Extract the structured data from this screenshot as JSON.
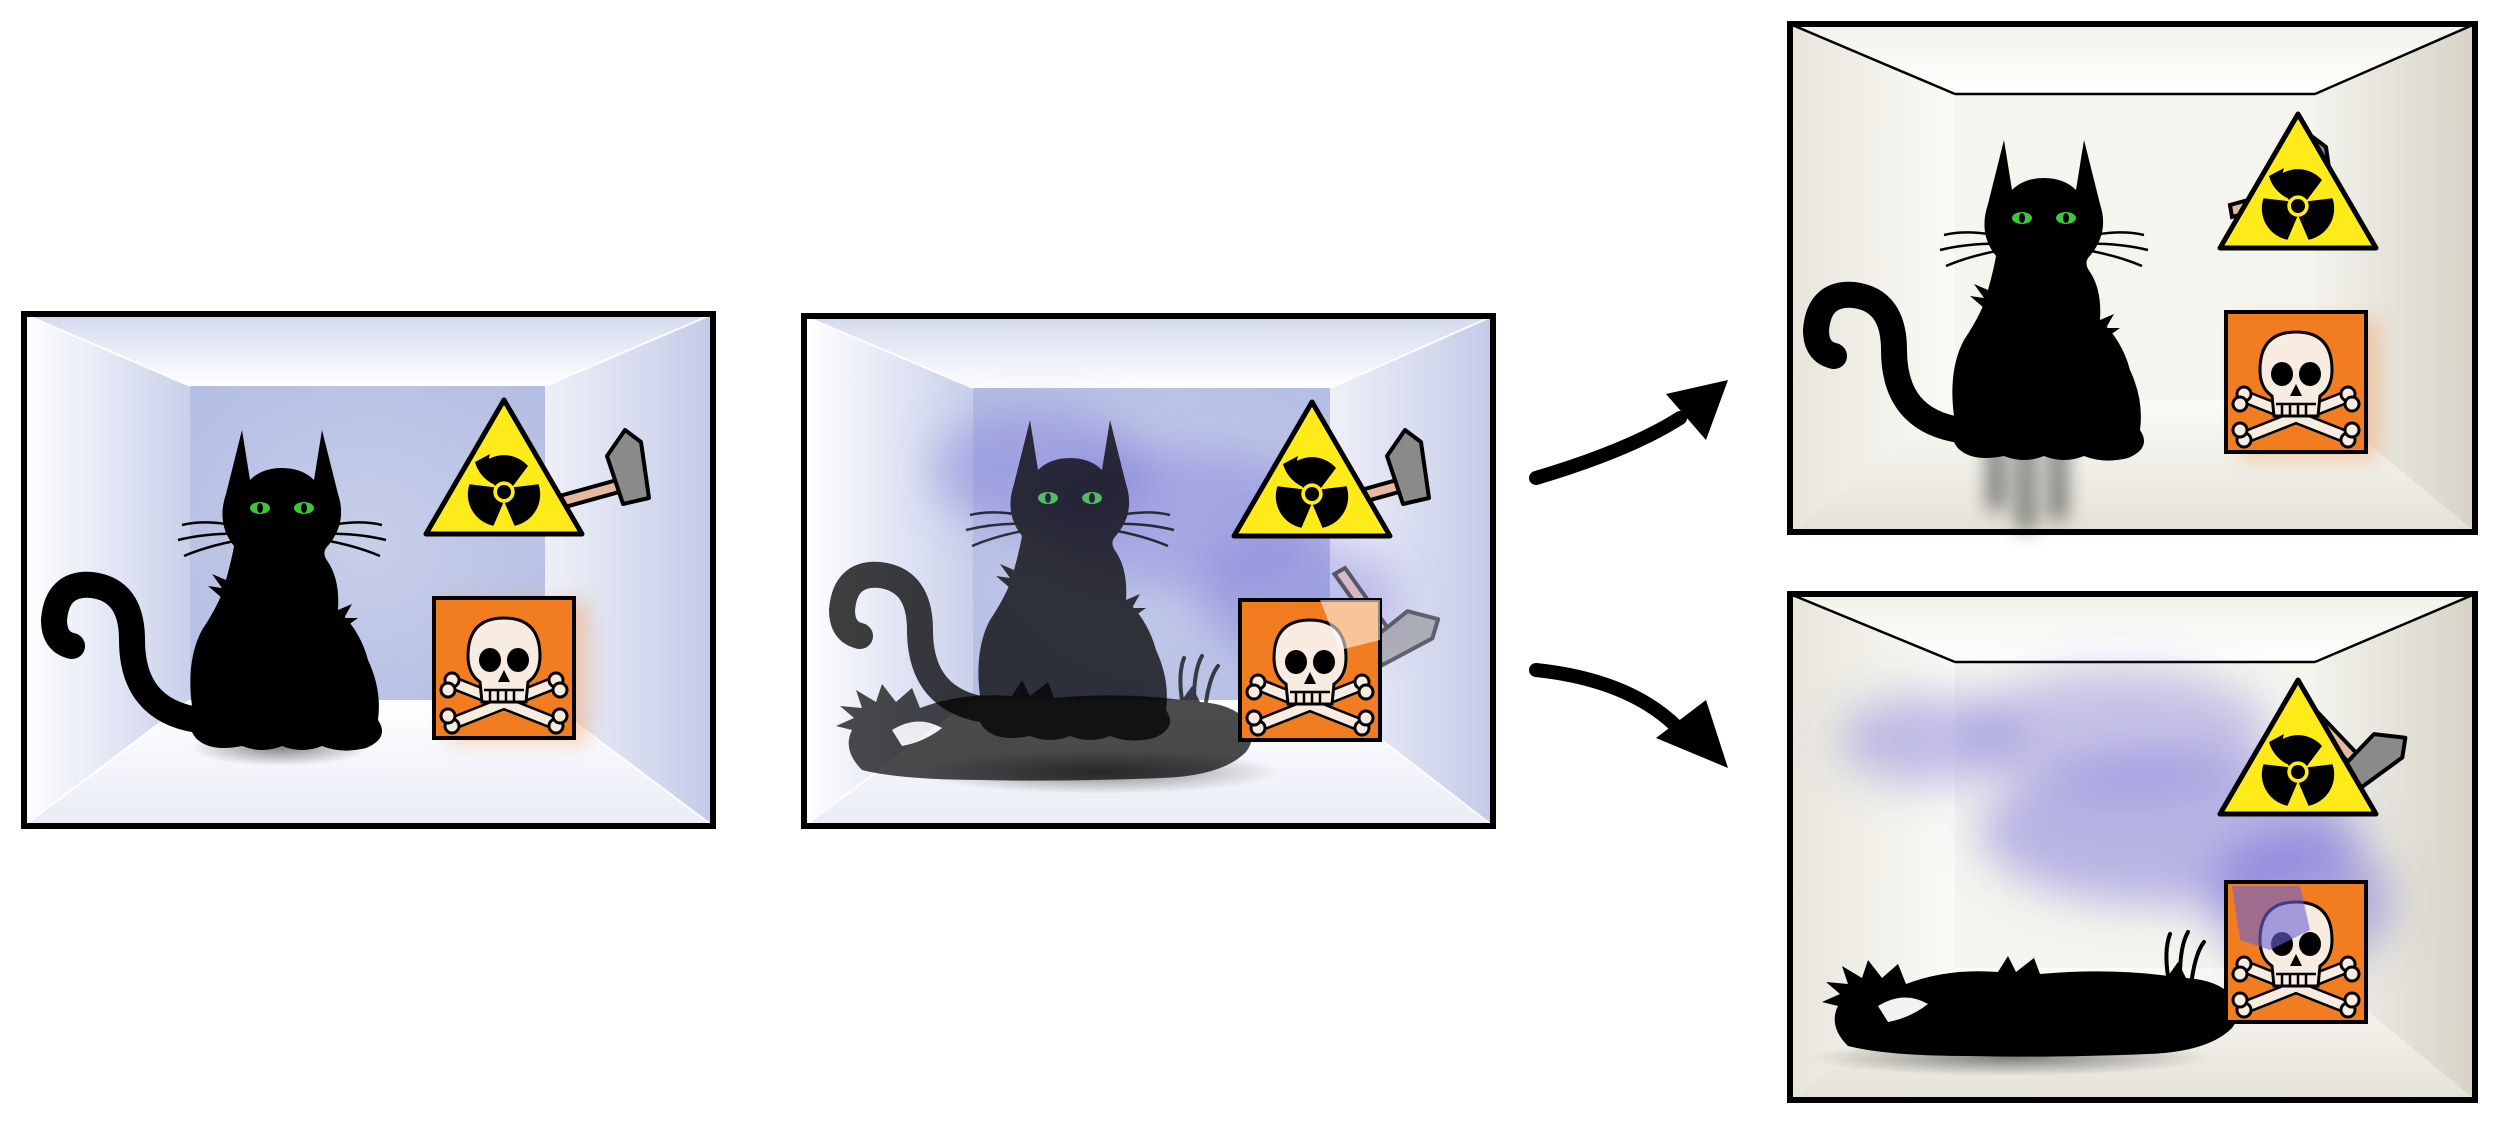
{
  "colors": {
    "background": "#ffffff",
    "frame": "#000000",
    "box_blue_back": "#bfc8e6",
    "box_blue_side": "#e2e6f4",
    "box_beige_back": "#f5f4ee",
    "box_beige_side": "#dcdad0",
    "cat": "#000000",
    "cat_eyes": "#3cc83c",
    "radiation_yellow": "#ffeb1a",
    "poison_orange": "#f27d21",
    "skull": "#f7ecdf",
    "gas_purple": "#6b63d8",
    "hammer_head": "#8a8a8a",
    "hammer_handle": "#e6b8a0"
  },
  "panels": [
    {
      "id": "box-initial",
      "state": "closed box: cat alive, hazard sign and poison intact",
      "background": "blue",
      "cat": "alive",
      "poison": "intact",
      "gas": false
    },
    {
      "id": "box-superposition",
      "state": "superposition: cat alive and dead overlaid",
      "background": "blue",
      "cat": "superposed",
      "poison": "superposed",
      "gas": true
    },
    {
      "id": "box-outcome-alive",
      "state": "outcome: cat alive",
      "background": "beige",
      "cat": "alive",
      "poison": "intact",
      "gas": false
    },
    {
      "id": "box-outcome-dead",
      "state": "outcome: cat dead, poison released",
      "background": "beige",
      "cat": "dead",
      "poison": "broken",
      "gas": true
    }
  ],
  "arrows": [
    {
      "id": "arrow-to-alive",
      "from": "box-superposition",
      "to": "box-outcome-alive"
    },
    {
      "id": "arrow-to-dead",
      "from": "box-superposition",
      "to": "box-outcome-dead"
    }
  ],
  "icons": [
    "cat-icon",
    "dead-cat-icon",
    "radiation-warning-icon",
    "hammer-icon",
    "poison-skull-icon",
    "curved-arrow-icon"
  ]
}
